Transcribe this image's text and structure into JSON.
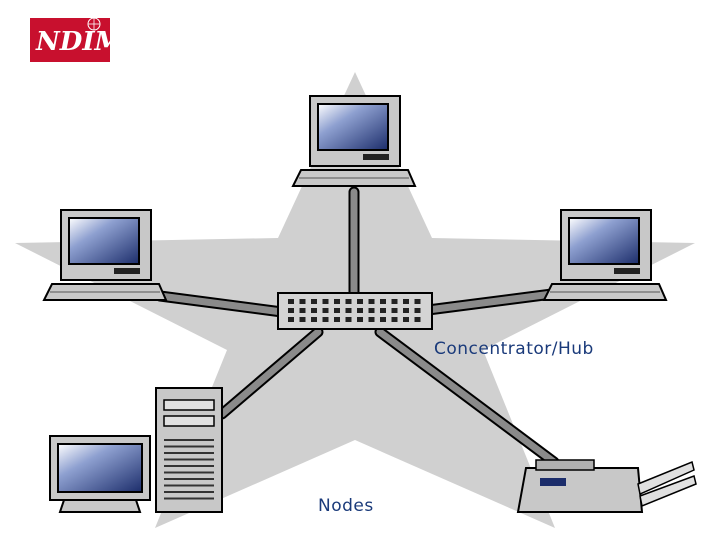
{
  "logo": {
    "text": "NDIM",
    "color": "#c8102e",
    "mark": "globe-icon"
  },
  "labels": {
    "hub": "Concentrator/Hub",
    "nodes": "Nodes"
  },
  "colors": {
    "star": "#d0d0d0",
    "cable": "#808080",
    "cable_outline": "#000000",
    "device_body": "#c8c8c8",
    "label_text": "#1a3a7a"
  },
  "icons": {
    "hub": "network-hub-icon",
    "monitor": "computer-monitor-icon",
    "keyboard": "keyboard-icon",
    "tower": "tower-pc-icon",
    "printer": "printer-icon"
  }
}
